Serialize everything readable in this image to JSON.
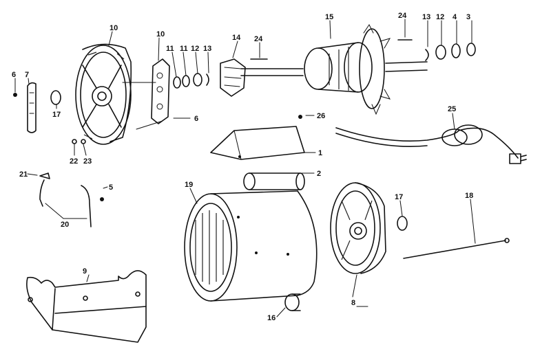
{
  "diagram": {
    "labels": [
      "1",
      "2",
      "3",
      "4",
      "5",
      "6",
      "6",
      "7",
      "8",
      "9",
      "10",
      "10",
      "11",
      "11",
      "12",
      "12",
      "13",
      "13",
      "14",
      "15",
      "16",
      "17",
      "17",
      "18",
      "19",
      "20",
      "21",
      "22",
      "23",
      "24",
      "24",
      "25",
      "26"
    ]
  }
}
